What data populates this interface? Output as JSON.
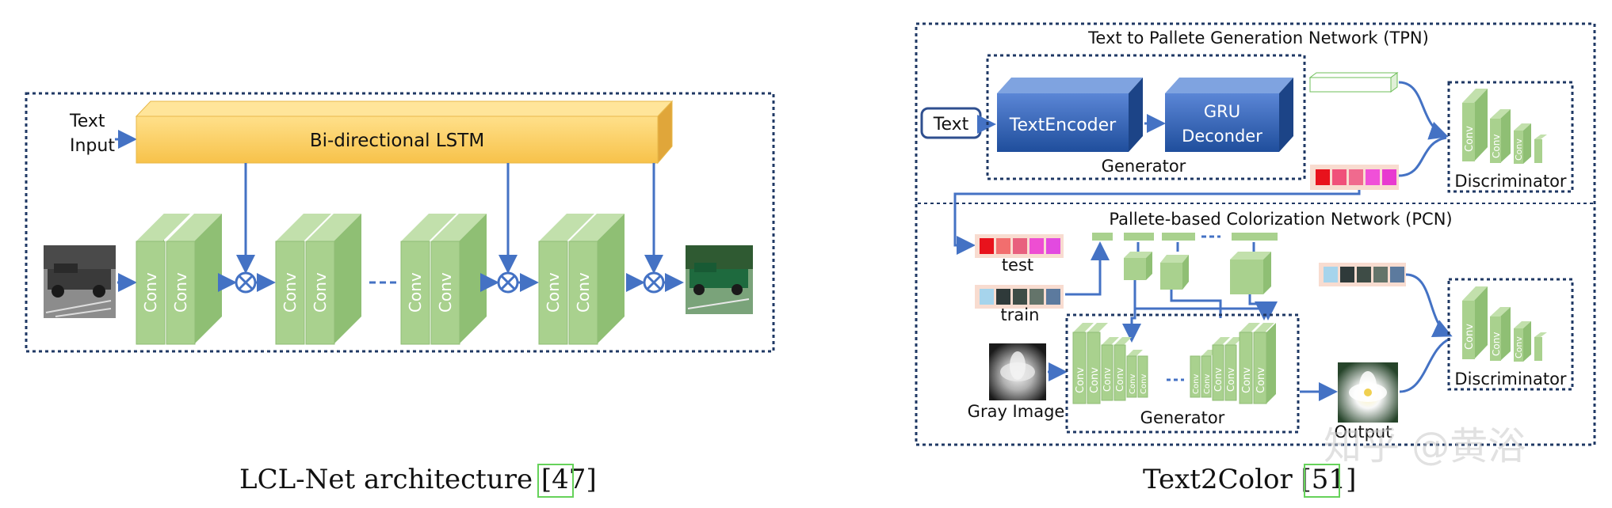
{
  "left": {
    "text_input_line1": "Text",
    "text_input_line2": "Input",
    "lstm_label": "Bi-directional LSTM",
    "conv_label": "Conv",
    "caption_main": "LCL-Net architecture [",
    "caption_ref": "47",
    "caption_end": "]"
  },
  "right": {
    "tpn_title": "Text to Pallete Generation Network (TPN)",
    "text_box": "Text",
    "text_encoder": "TextEncoder",
    "gru_line1": "GRU",
    "gru_line2": "Deconder",
    "generator_top": "Generator",
    "discriminator_top": "Discriminator",
    "pcn_title": "Pallete-based Colorization Network (PCN)",
    "test_label": "test",
    "train_label": "train",
    "gray_image_label": "Gray Image",
    "generator_bottom": "Generator",
    "output_label": "Output",
    "discriminator_bottom": "Discriminator",
    "conv_label": "Conv",
    "caption_main": "Text2Color [",
    "caption_ref": "51",
    "caption_end": "]"
  },
  "watermark": "知乎 @黄浴",
  "colors": {
    "conv_green": "#a9d18e",
    "lstm_orange": "#ffd36b",
    "flow_blue": "#4472c4",
    "dark_blue_frame": "#1f3864",
    "encoder_blue": "#2e5aa8",
    "ref_box_green": "#66d25a"
  },
  "palettes": {
    "generated": [
      "#e8121c",
      "#f0507a",
      "#f06a8e",
      "#f050d8",
      "#e83ad0"
    ],
    "test": [
      "#e8121c",
      "#f26e6e",
      "#e8607e",
      "#ee4ed2",
      "#e24ae0"
    ],
    "train": [
      "#a6d4ec",
      "#2f3a3a",
      "#3e4c46",
      "#64746a",
      "#5c7a9e"
    ],
    "output": [
      "#a6d4ec",
      "#2f3a3a",
      "#3e4c46",
      "#64746a",
      "#5c7a9e"
    ]
  }
}
